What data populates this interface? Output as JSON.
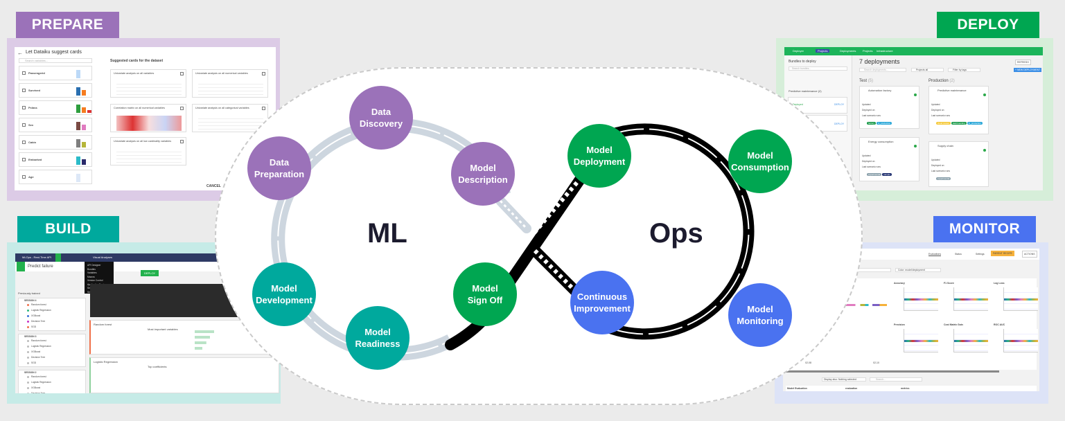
{
  "colors": {
    "prepare": "#9b72b9",
    "build": "#00a99d",
    "deploy": "#00a651",
    "monitor": "#4a72f0",
    "ml_track": "#cdd6df",
    "ops_track": "#000000"
  },
  "labels": {
    "prepare": "PREPARE",
    "build": "BUILD",
    "deploy": "DEPLOY",
    "monitor": "MONITOR"
  },
  "center": {
    "ml": "ML",
    "ops": "Ops"
  },
  "nodes": [
    {
      "line1": "Data",
      "line2": "Discovery",
      "stage": "prepare"
    },
    {
      "line1": "Data",
      "line2": "Preparation",
      "stage": "prepare"
    },
    {
      "line1": "Model",
      "line2": "Description",
      "stage": "prepare"
    },
    {
      "line1": "Model",
      "line2": "Development",
      "stage": "build"
    },
    {
      "line1": "Model",
      "line2": "Readiness",
      "stage": "build"
    },
    {
      "line1": "Model",
      "line2": "Sign Off",
      "stage": "deploy"
    },
    {
      "line1": "Model",
      "line2": "Deployment",
      "stage": "deploy"
    },
    {
      "line1": "Model",
      "line2": "Consumption",
      "stage": "deploy"
    },
    {
      "line1": "Continuous",
      "line2": "Improvement",
      "stage": "monitor"
    },
    {
      "line1": "Model",
      "line2": "Monitoring",
      "stage": "monitor"
    }
  ],
  "prepare_shot": {
    "title": "Let Dataiku suggest cards",
    "search_placeholder": "Search variables...",
    "heading": "Suggested cards for the dataset",
    "cancel": "CANCEL",
    "variables": [
      "Passengerid",
      "Survived",
      "Pclass",
      "Sex",
      "Cabin",
      "Embarked",
      "Age"
    ],
    "cards": [
      "Univariate analysis on all variables",
      "Univariate analysis on all numerical variables",
      "Correlation matrix on all numerical variables",
      "Univariate analysis on all categorical variables",
      "Univariate analysis on all low cardinality variables"
    ]
  },
  "build_shot": {
    "project": "MLOps - Real-Time API",
    "menu_title": "Visual Analyses",
    "title": "Predict failure",
    "menu": [
      "API Designer",
      "Bundles",
      "Variables",
      "Macros",
      "Version Control",
      "Application Designer",
      "Settings",
      "Security"
    ],
    "deploy": "DEPLOY",
    "previously_trained": "Previously trained",
    "sessions": [
      "SESSION 4",
      "SESSION 3",
      "SESSION 2"
    ],
    "models": [
      "Random forest",
      "Logistic Regression",
      "XGBoost",
      "Decision Tree",
      "SGD"
    ],
    "detail1": "Random forest",
    "detail2": "Logistic Regression",
    "vars": "Most important variables",
    "coefs": "Top coefficients"
  },
  "deploy_shot": {
    "nav": [
      "Deployer",
      "Projects",
      "Deployments",
      "Projects",
      "Infrastructure"
    ],
    "bundles": "Bundles to deploy",
    "bundles_search": "Search bundles...",
    "group": "Predictive maintenance (2)",
    "deploy_btn": "DEPLOY",
    "deployed": "Deployed",
    "title": "7 deployments",
    "refresh": "REFRESH",
    "new": "+ NEW DEPLOYMENT",
    "search": "Search deployments...",
    "projects_filter": "Projects all",
    "tags_filter": "Filter by tags",
    "test": "Test",
    "test_count": "(5)",
    "prod": "Production",
    "prod_count": "(2)",
    "cards": [
      {
        "name": "Automation factory",
        "tags": [
          "factory",
          "in_production"
        ]
      },
      {
        "name": "Energy consumption",
        "tags": [
          "experimental",
          "sample"
        ]
      },
      {
        "name": "Predictive maintenance",
        "tags": [
          "cloud review",
          "dashboarding",
          "in_production"
        ]
      },
      {
        "name": "Supply chain",
        "tags": [
          "experimental"
        ]
      }
    ],
    "updated": "Updated",
    "deployed_on": "Deployed on",
    "last_runs": "Last scenario runs"
  },
  "monitor_shot": {
    "tabs": [
      "Evaluations",
      "Status",
      "Settings"
    ],
    "parent_recipe": "PARENT RECIPE",
    "actions": "ACTIONS",
    "scale": "Scale",
    "color": "Color: model/deployment",
    "charts": [
      "Accuracy",
      "F1 Score",
      "Log Loss",
      "Precision",
      "Cost Matrix Gain",
      "ROC AUC"
    ],
    "x_ticks": [
      "02-08",
      "02-10"
    ],
    "display": "Display also: Nothing selected",
    "search": "Search...",
    "columns": [
      "Model Evaluation",
      "evaluation",
      "metrics"
    ]
  }
}
